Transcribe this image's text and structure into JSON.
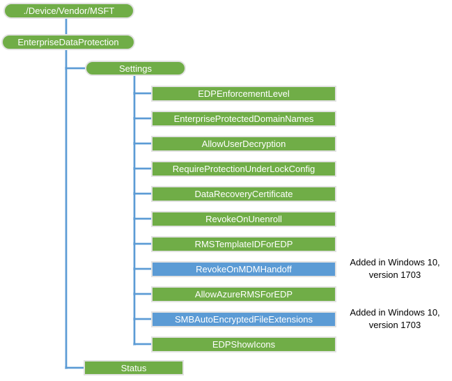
{
  "diagram": {
    "title_node": {
      "label": "./Device/Vendor/MSFT"
    },
    "provider_node": {
      "label": "EnterpriseDataProtection"
    },
    "settings_node": {
      "label": "Settings"
    },
    "status_node": {
      "label": "Status"
    },
    "settings_children": [
      {
        "label": "EDPEnforcementLevel",
        "variant": "green"
      },
      {
        "label": "EnterpriseProtectedDomainNames",
        "variant": "green"
      },
      {
        "label": "AllowUserDecryption",
        "variant": "green"
      },
      {
        "label": "RequireProtectionUnderLockConfig",
        "variant": "green"
      },
      {
        "label": "DataRecoveryCertificate",
        "variant": "green"
      },
      {
        "label": "RevokeOnUnenroll",
        "variant": "green"
      },
      {
        "label": "RMSTemplateIDForEDP",
        "variant": "green"
      },
      {
        "label": "RevokeOnMDMHandoff",
        "variant": "blue"
      },
      {
        "label": "AllowAzureRMSForEDP",
        "variant": "green"
      },
      {
        "label": "SMBAutoEncryptedFileExtensions",
        "variant": "blue"
      },
      {
        "label": "EDPShowIcons",
        "variant": "green"
      }
    ],
    "annotations": [
      {
        "line1": "Added in Windows 10,",
        "line2": "version 1703",
        "attached_to": "RevokeOnMDMHandoff"
      },
      {
        "line1": "Added in Windows 10,",
        "line2": "version 1703",
        "attached_to": "SMBAutoEncryptedFileExtensions"
      }
    ],
    "colors": {
      "green_node": "#70AD47",
      "blue_node": "#5B9BD5",
      "connector": "#5B9BD5",
      "node_text": "#ffffff",
      "annotation_text": "#000000"
    }
  }
}
